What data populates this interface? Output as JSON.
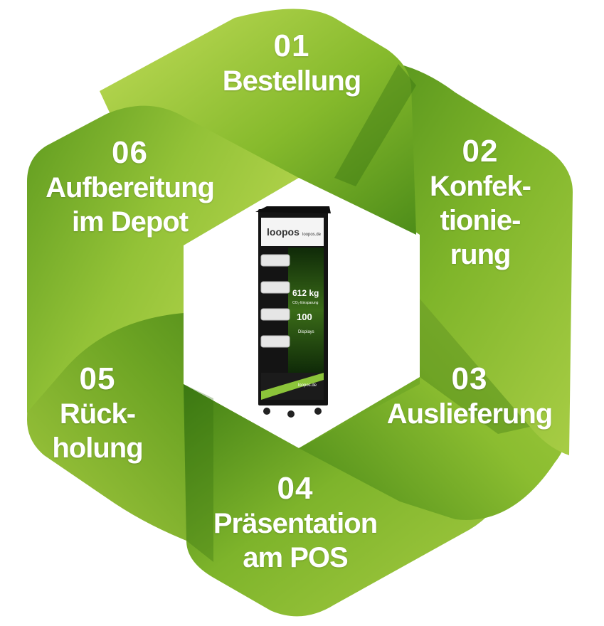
{
  "colors": {
    "light_green": "#b3d44b",
    "mid_green": "#89bb2e",
    "dark_green": "#3f7d14",
    "white": "#ffffff"
  },
  "steps": [
    {
      "number": "01",
      "label_lines": [
        "Bestellung"
      ]
    },
    {
      "number": "02",
      "label_lines": [
        "Konfek-",
        "tionie-",
        "rung"
      ]
    },
    {
      "number": "03",
      "label_lines": [
        "Auslieferung"
      ]
    },
    {
      "number": "04",
      "label_lines": [
        "Präsentation",
        "am POS"
      ]
    },
    {
      "number": "05",
      "label_lines": [
        "Rück-",
        "holung"
      ]
    },
    {
      "number": "06",
      "label_lines": [
        "Aufbereitung",
        "im Depot"
      ]
    }
  ],
  "rack": {
    "brand": "loopos",
    "website": "loopos.de",
    "stat_1": "612 kg",
    "stat_1_caption": "CO₂-Einsparung",
    "stat_2": "100",
    "stat_2_caption": "Displays",
    "footer_text": "loopos.de"
  }
}
